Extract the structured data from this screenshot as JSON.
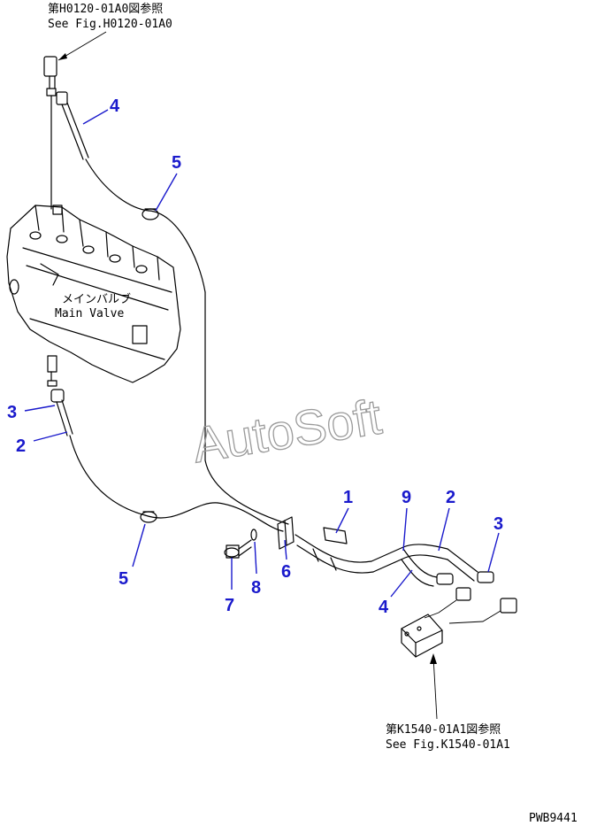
{
  "references": {
    "top_jp": "第H0120-01A0図参照",
    "top_en": "See Fig.H0120-01A0",
    "bottom_jp": "第K1540-01A1図参照",
    "bottom_en": "See Fig.K1540-01A1"
  },
  "main_valve": {
    "label_jp": "メインバルブ",
    "label_en": "Main Valve"
  },
  "watermark": "AutoSoft",
  "drawing_code": "PWB9441",
  "callouts": {
    "c4_top": "4",
    "c5_top": "5",
    "c3_left": "3",
    "c2_left": "2",
    "c5_bottom": "5",
    "c1": "1",
    "c9": "9",
    "c2_right": "2",
    "c3_right": "3",
    "c4_bottom": "4",
    "c6": "6",
    "c7": "7",
    "c8": "8"
  },
  "colors": {
    "callout": "#1a1acc",
    "line": "#000000",
    "watermark": "#9a9a9a"
  }
}
